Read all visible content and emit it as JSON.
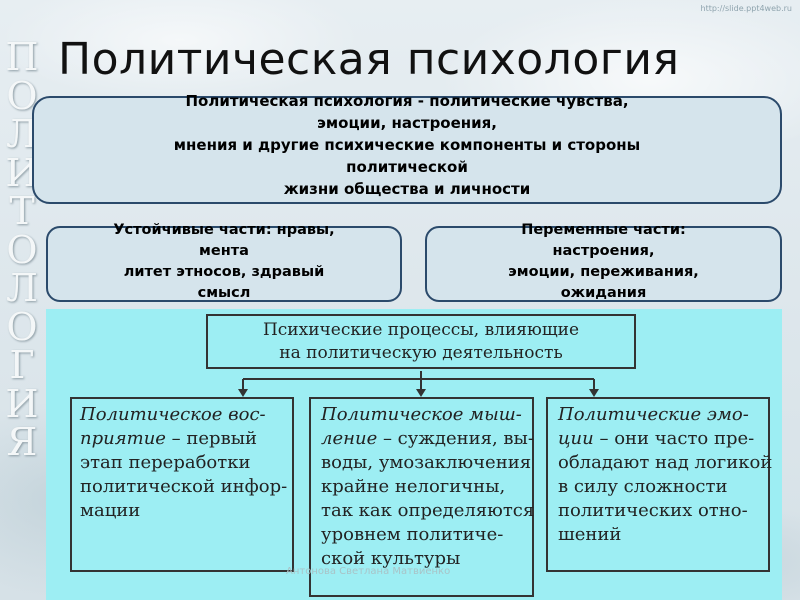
{
  "watermark": "http://slide.ppt4web.ru",
  "vertical_letters": [
    "П",
    "О",
    "Л",
    "И",
    "Т",
    "О",
    "Л",
    "О",
    "Г",
    "И",
    "Я"
  ],
  "title": "Политическая психология",
  "definition": [
    "Политическая психология - политические чувства,",
    "эмоции, настроения,",
    "мнения и другие психические компоненты и стороны",
    "политической",
    "жизни общества и личности"
  ],
  "stable_parts": [
    "Устойчивые части: нравы,",
    "мента",
    "литет этносов, здравый",
    "смысл"
  ],
  "variable_parts": [
    "Переменные части:",
    "настроения,",
    "эмоции, переживания,",
    "ожидания"
  ],
  "scheme": {
    "top": [
      "Психические процессы, влияющие",
      "на политическую деятельность"
    ],
    "perception": {
      "lines": [
        {
          "italic": "Политическое вос-",
          "rest": ""
        },
        {
          "italic": "приятие",
          "rest": " – первый"
        },
        {
          "italic": "",
          "rest": "этап переработки"
        },
        {
          "italic": "",
          "rest": "политической инфор-"
        },
        {
          "italic": "",
          "rest": "мации"
        }
      ]
    },
    "thinking": {
      "lines": [
        {
          "italic": "Политическое мыш-",
          "rest": ""
        },
        {
          "italic": "ление",
          "rest": " – суждения, вы-"
        },
        {
          "italic": "",
          "rest": "воды, умозаключения"
        },
        {
          "italic": "",
          "rest": "крайне нелогичны,"
        },
        {
          "italic": "",
          "rest": "так как определяются"
        },
        {
          "italic": "",
          "rest": "уровнем политиче-"
        },
        {
          "italic": "",
          "rest": "ской культуры"
        }
      ]
    },
    "emotions": {
      "lines": [
        {
          "italic": "Политические эмо-",
          "rest": ""
        },
        {
          "italic": "ции",
          "rest": " – они часто пре-"
        },
        {
          "italic": "",
          "rest": "обладают над логикой"
        },
        {
          "italic": "",
          "rest": "в силу сложности"
        },
        {
          "italic": "",
          "rest": "политических отно-"
        },
        {
          "italic": "",
          "rest": "шений"
        }
      ]
    }
  },
  "author": "Антонова Светлана Матвиенко",
  "colors": {
    "box_fill": "#d5e4ec",
    "box_border": "#2b4a6b",
    "scheme_bg": "#9deef3"
  }
}
